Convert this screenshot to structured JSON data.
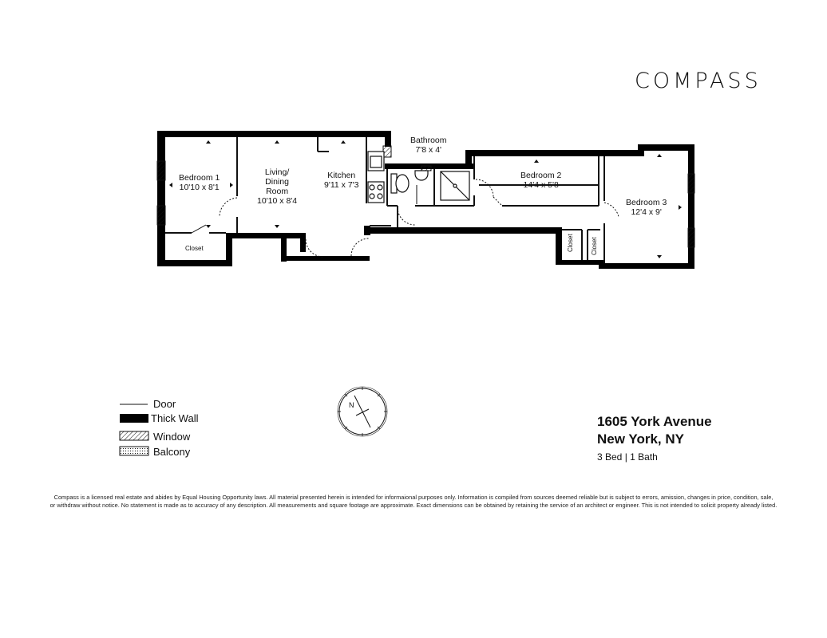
{
  "brand": {
    "logo_text": "COMPASS"
  },
  "rooms": {
    "bedroom1": {
      "name": "Bedroom 1",
      "dims": "10'10 x 8'1"
    },
    "living": {
      "name_line1": "Living/",
      "name_line2": "Dining",
      "name_line3": "Room",
      "dims": "10'10 x 8'4"
    },
    "kitchen": {
      "name": "Kitchen",
      "dims": "9'11 x 7'3"
    },
    "bathroom": {
      "name": "Bathroom",
      "dims": "7'8 x 4'"
    },
    "bedroom2": {
      "name": "Bedroom 2",
      "dims": "14'4 x 5'8"
    },
    "bedroom3": {
      "name": "Bedroom 3",
      "dims": "12'4 x 9'"
    },
    "closet1": "Closet",
    "closet2": "Closet",
    "closet3": "Closet"
  },
  "legend": {
    "door": "Door",
    "thick_wall": "Thick Wall",
    "window": "Window",
    "balcony": "Balcony"
  },
  "compass_rose": {
    "north_label": "N",
    "icon": "compass-rose-icon"
  },
  "property": {
    "address_line1": "1605 York Avenue",
    "address_line2": "New York, NY",
    "beds_baths": "3 Bed | 1 Bath"
  },
  "disclaimer": {
    "line1": "Compass is a licensed real estate and abides by Equal Housing Opportunity laws. All material presented herein is intended for informaional purposes only. Information is compiled from sources deemed reliable but is subject to errors, amission, changes in price, condition, sale,",
    "line2": "or withdraw without notice. No statement is made as to accuracy of any description. All measurements and square footage are approximate. Exact dimensions can be obtained by retaining the service of an architect or engineer. This is not intended to solicit property already listed."
  }
}
